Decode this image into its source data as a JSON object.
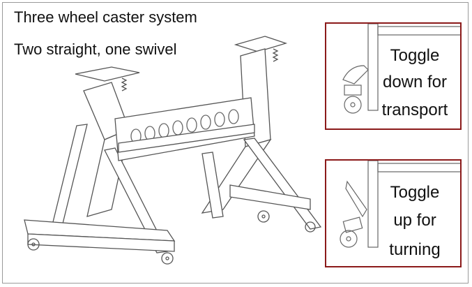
{
  "title": {
    "line1": "Three wheel caster system",
    "line2": "Two straight, one swivel"
  },
  "insets": [
    {
      "lines": [
        "Toggle",
        "down for",
        "transport"
      ]
    },
    {
      "lines": [
        "Toggle",
        "up for",
        "turning"
      ]
    }
  ],
  "colors": {
    "inset_border": "#8b1a1a",
    "line_art": "#555555"
  }
}
